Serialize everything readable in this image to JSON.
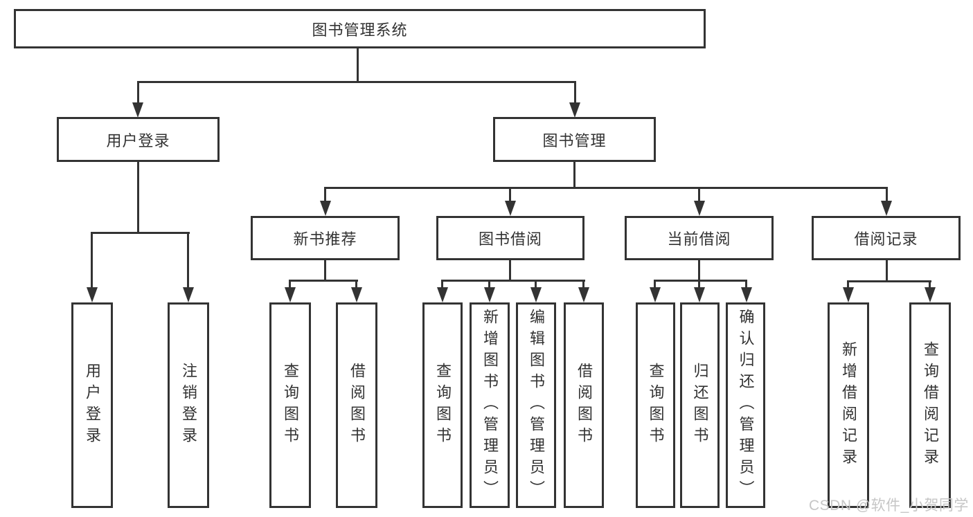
{
  "tree": {
    "root": {
      "label": "图书管理系统"
    },
    "branches": [
      {
        "label": "用户登录",
        "children": [
          {
            "label": "用户登录"
          },
          {
            "label": "注销登录"
          }
        ]
      },
      {
        "label": "图书管理",
        "children": [
          {
            "label": "新书推荐",
            "children": [
              {
                "label": "查询图书"
              },
              {
                "label": "借阅图书"
              }
            ]
          },
          {
            "label": "图书借阅",
            "children": [
              {
                "label": "查询图书"
              },
              {
                "label": "新增图书（管理员）"
              },
              {
                "label": "编辑图书（管理员）"
              },
              {
                "label": "借阅图书"
              }
            ]
          },
          {
            "label": "当前借阅",
            "children": [
              {
                "label": "查询图书"
              },
              {
                "label": "归还图书"
              },
              {
                "label": "确认归还（管理员）"
              }
            ]
          },
          {
            "label": "借阅记录",
            "children": [
              {
                "label": "新增借阅记录"
              },
              {
                "label": "查询借阅记录"
              }
            ]
          }
        ]
      }
    ]
  },
  "watermark": "CSDN @软件_小贺同学",
  "colors": {
    "line": "#333333",
    "text": "#323232",
    "background": "#ffffff",
    "watermark": "#c6c6c6"
  }
}
